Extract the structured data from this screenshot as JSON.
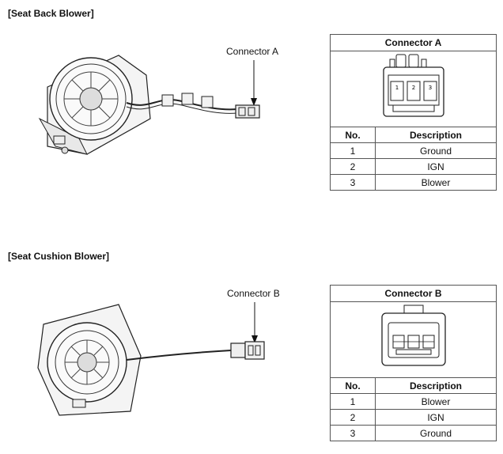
{
  "seat_back": {
    "title": "[Seat Back Blower]",
    "callout": "Connector A",
    "connector": {
      "header": "Connector A",
      "pin_numbers": [
        "1",
        "2",
        "3"
      ],
      "col_no": "No.",
      "col_desc": "Description",
      "rows": [
        {
          "no": "1",
          "desc": "Ground"
        },
        {
          "no": "2",
          "desc": "IGN"
        },
        {
          "no": "3",
          "desc": "Blower"
        }
      ]
    }
  },
  "seat_cushion": {
    "title": "[Seat Cushion Blower]",
    "callout": "Connector B",
    "connector": {
      "header": "Connector B",
      "col_no": "No.",
      "col_desc": "Description",
      "rows": [
        {
          "no": "1",
          "desc": "Blower"
        },
        {
          "no": "2",
          "desc": "IGN"
        },
        {
          "no": "3",
          "desc": "Ground"
        }
      ]
    }
  }
}
